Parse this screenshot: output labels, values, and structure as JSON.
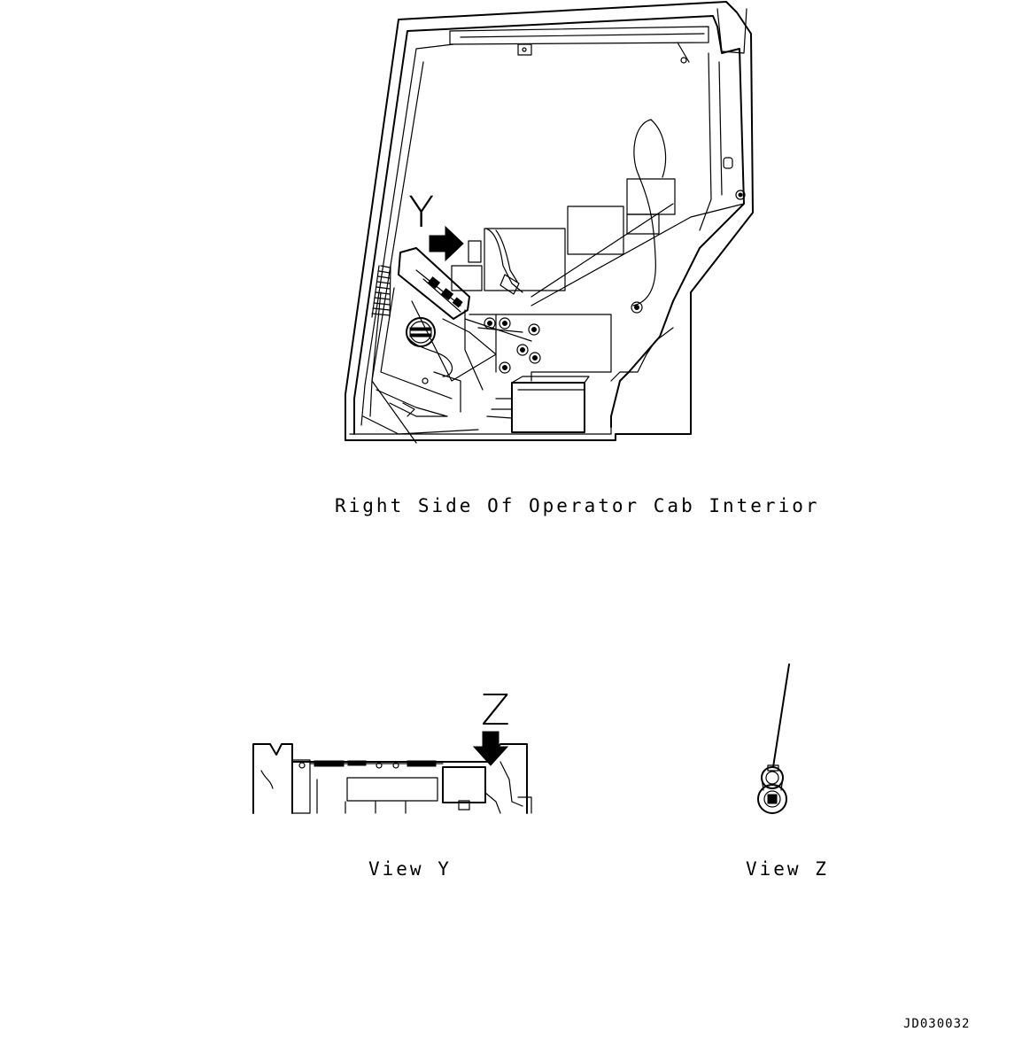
{
  "captions": {
    "main_view": "Right Side Of Operator Cab Interior",
    "view_y": "View Y",
    "view_z": "View Z"
  },
  "markers": {
    "y": "Y",
    "z": "Z"
  },
  "drawing_code": "JD030032"
}
